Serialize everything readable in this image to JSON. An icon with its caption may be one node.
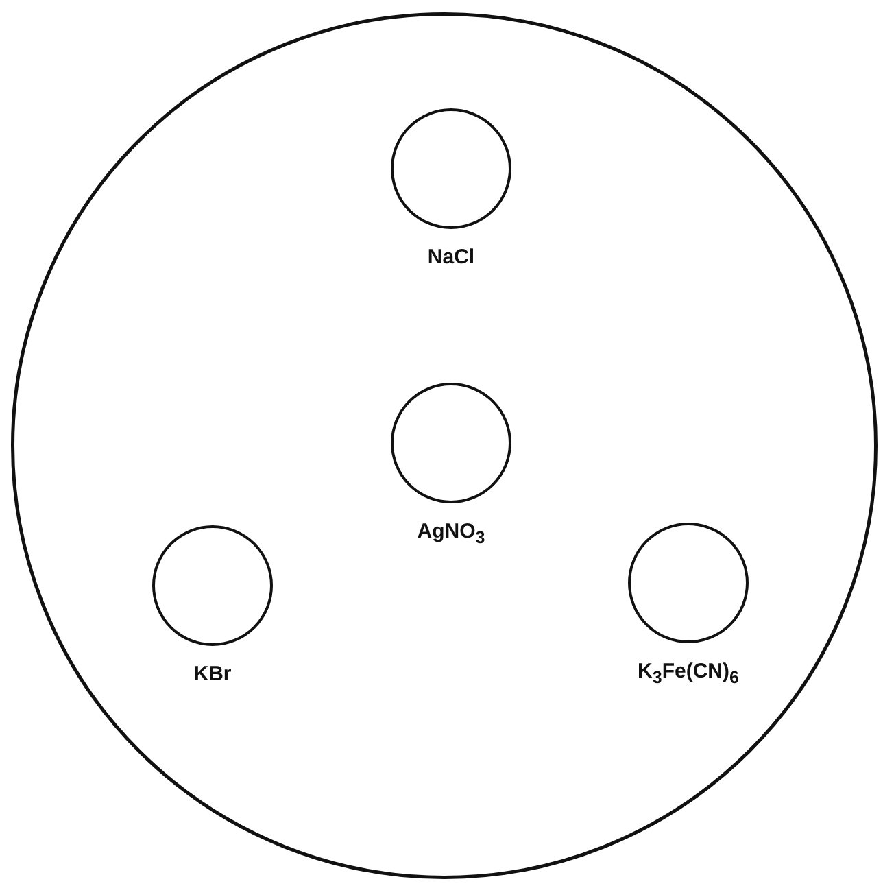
{
  "diagram": {
    "nodes": [
      {
        "text": [],
        "shape": "circle"
      },
      {
        "text": [],
        "shape": "circle",
        "in": 0,
        "beside": [
          "NaCl"
        ]
      },
      {
        "text": [],
        "shape": "circle",
        "in": 0,
        "beside": [
          "AgNO$_{3}$"
        ]
      },
      {
        "text": [],
        "shape": "circle",
        "in": 0,
        "beside": [
          "KBr"
        ]
      },
      {
        "text": [],
        "shape": "circle",
        "in": 0,
        "beside": [
          "K$_{3}$Fe(CN)$_{6}$"
        ]
      }
    ]
  }
}
